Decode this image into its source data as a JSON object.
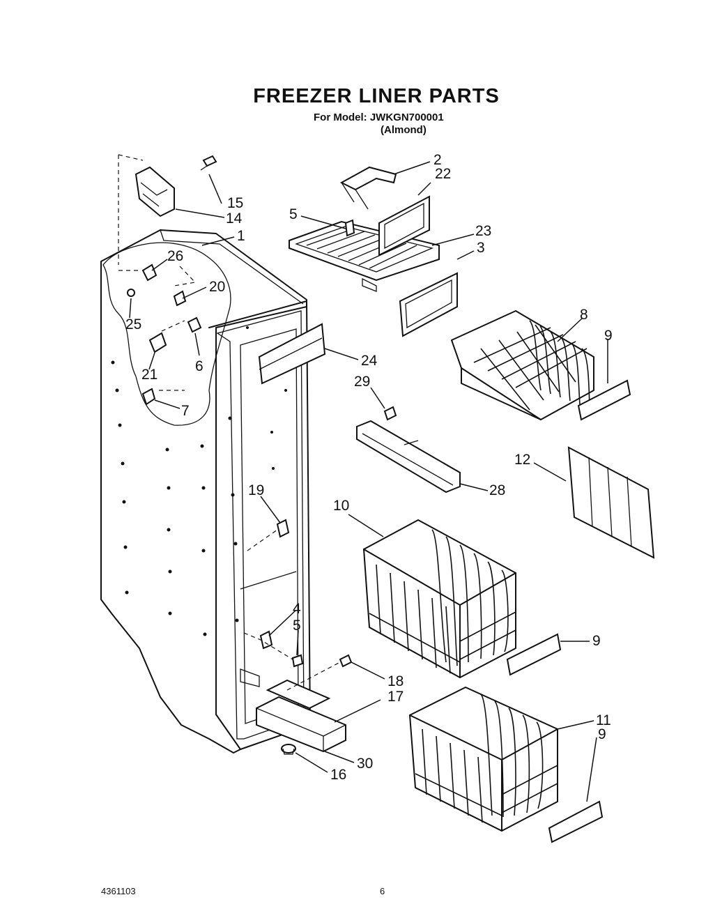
{
  "header": {
    "title": "FREEZER LINER PARTS",
    "model_line": "For Model: JWKGN700001",
    "color_line": "(Almond)"
  },
  "footer": {
    "doc_number": "4361103",
    "page": "6"
  },
  "callouts": [
    "1",
    "2",
    "3",
    "4",
    "5",
    "5",
    "6",
    "7",
    "8",
    "9",
    "9",
    "9",
    "10",
    "11",
    "12",
    "14",
    "15",
    "16",
    "17",
    "18",
    "19",
    "20",
    "21",
    "22",
    "23",
    "24",
    "25",
    "26",
    "28",
    "29",
    "30"
  ]
}
